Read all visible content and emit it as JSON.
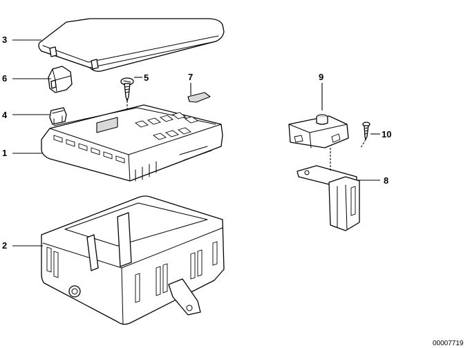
{
  "callouts": {
    "c1": "1",
    "c2": "2",
    "c3": "3",
    "c4": "4",
    "c5": "5",
    "c6": "6",
    "c7": "7",
    "c8": "8",
    "c9": "9",
    "c10": "10"
  },
  "document_number": "00007719",
  "colors": {
    "line": "#000000",
    "background": "#ffffff"
  }
}
